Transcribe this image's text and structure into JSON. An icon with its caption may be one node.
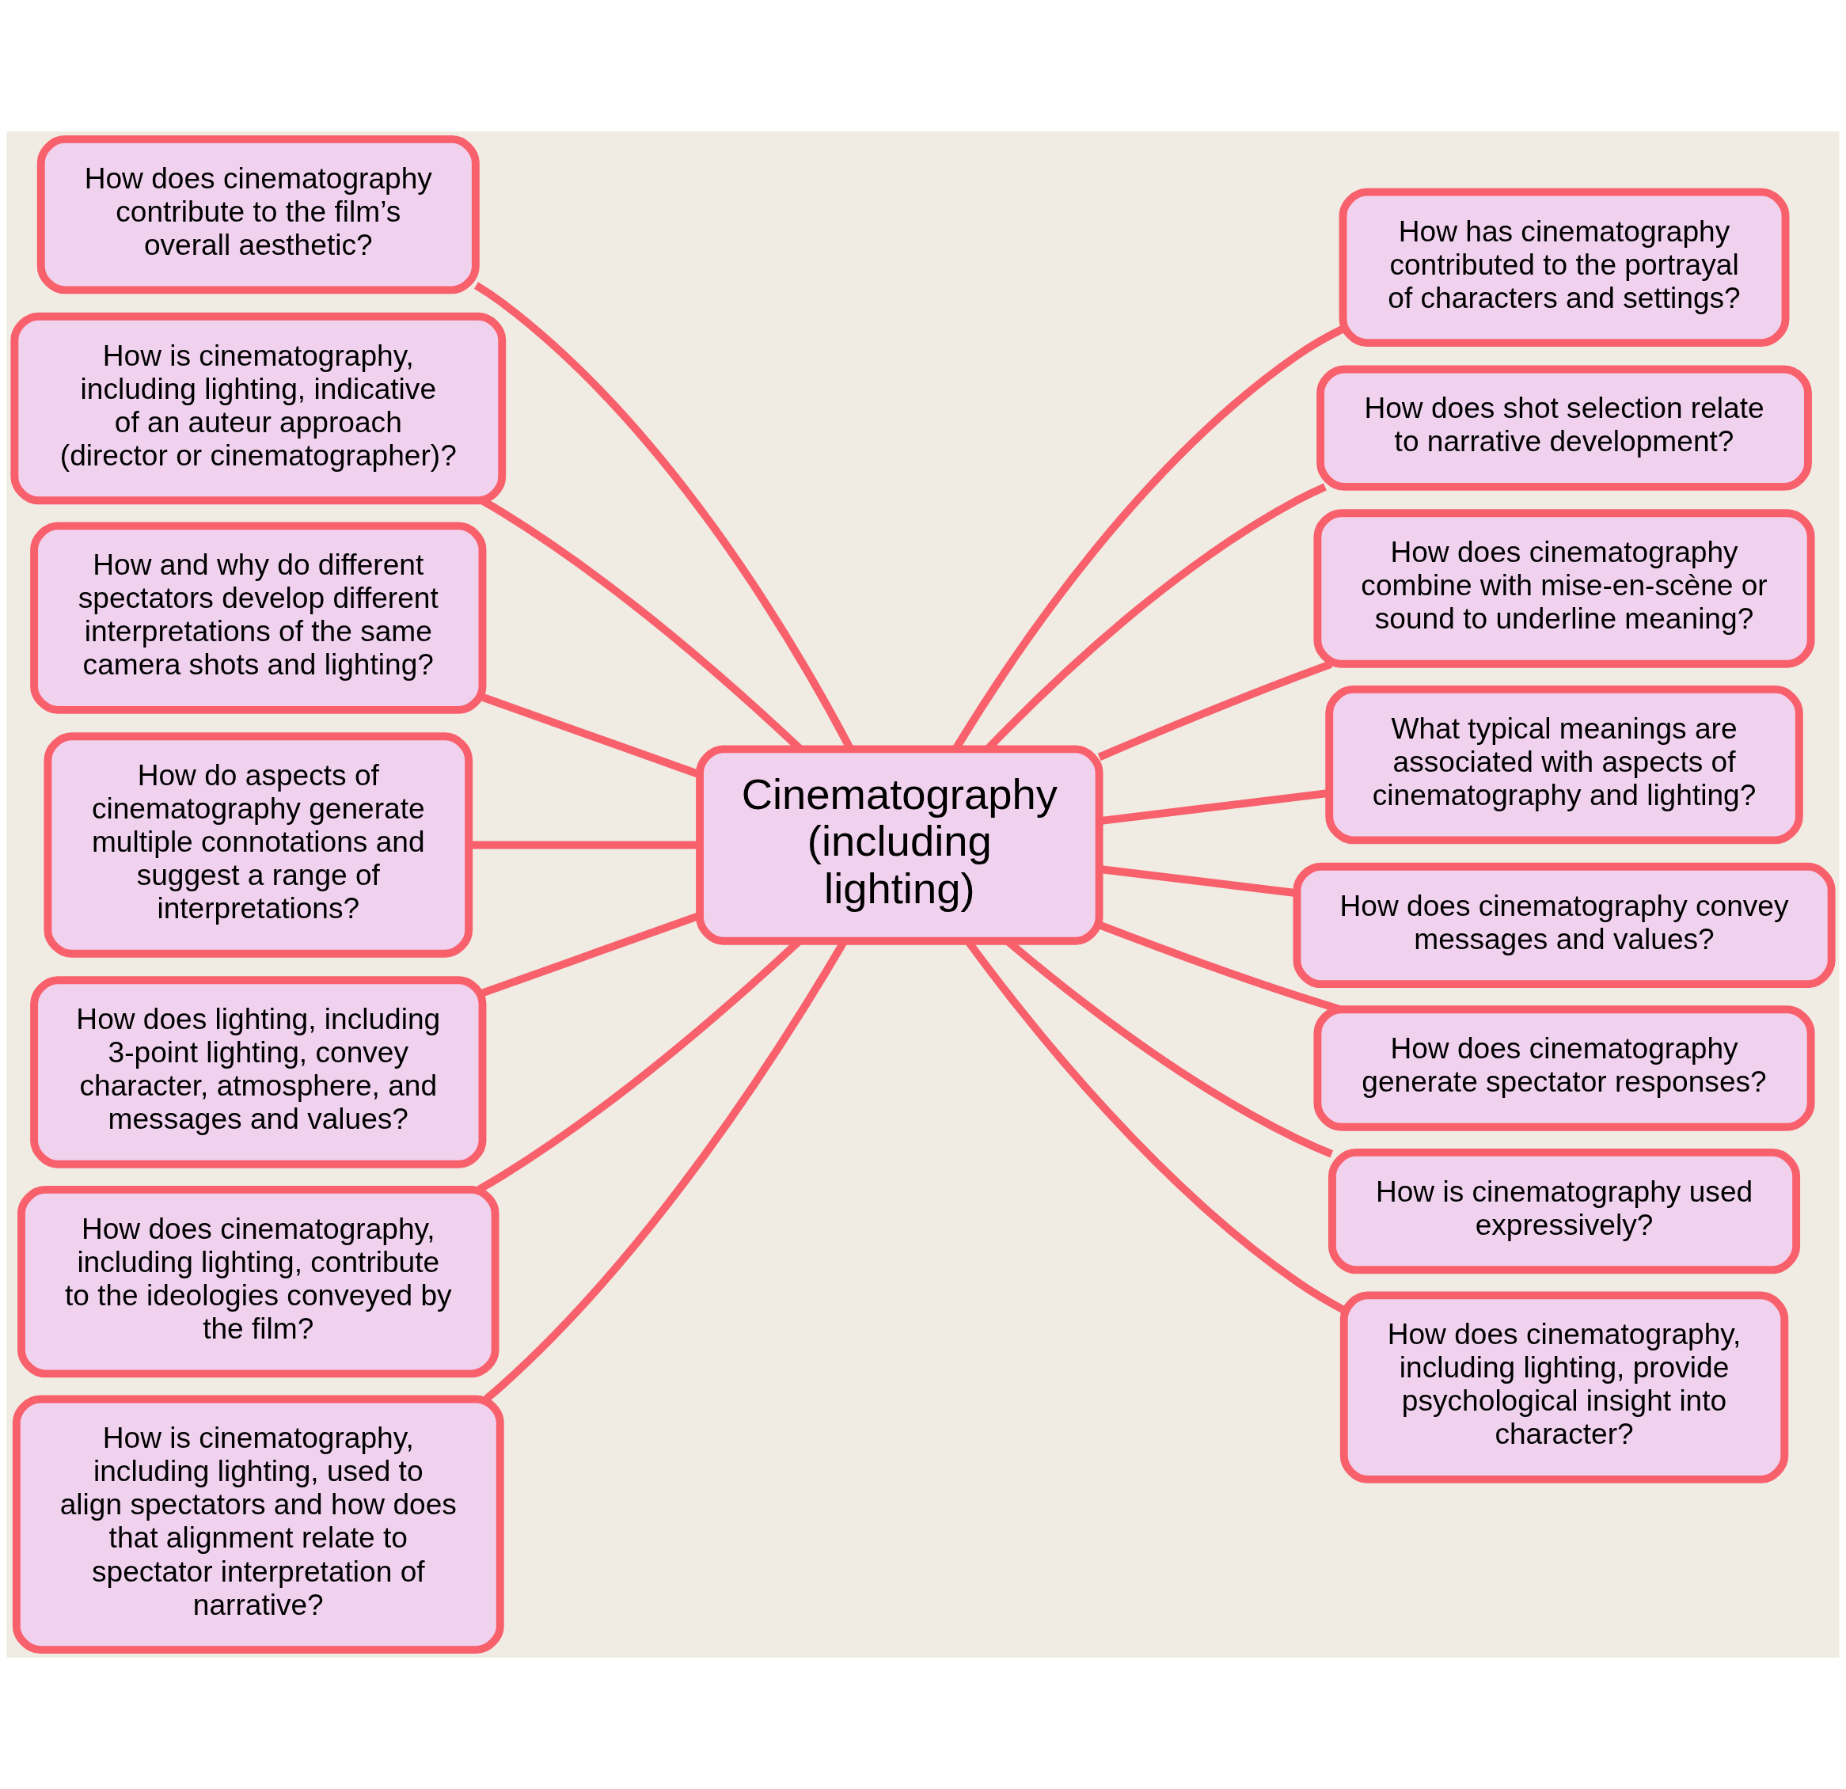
{
  "diagram": {
    "nodes": [
      {
        "text": [
          "Cinematography (including lighting)"
        ]
      },
      {
        "text": [
          "How does cinematography contribute to the film’s overall aesthetic?"
        ]
      },
      {
        "text": [
          "How is cinematography, including lighting, indicative of an auteur approach (director or cinematographer)?"
        ]
      },
      {
        "text": [
          "How and why do different spectators develop different interpretations of the same camera shots and lighting?"
        ]
      },
      {
        "text": [
          "How do aspects of cinematography generate multiple connotations and suggest a range of interpretations?"
        ]
      },
      {
        "text": [
          "How does lighting, including 3-point lighting, convey character, atmosphere, and messages and values?"
        ]
      },
      {
        "text": [
          "How does cinematography, including lighting, contribute to the ideologies conveyed by the film?"
        ]
      },
      {
        "text": [
          "How is cinematography, including lighting, used to align spectators and how does that alignment relate to spectator interpretation of narrative?"
        ]
      },
      {
        "text": [
          "How has cinematography contributed to the portrayal of characters and settings?"
        ]
      },
      {
        "text": [
          "How does shot selection relate to narrative development?"
        ]
      },
      {
        "text": [
          "How does cinematography combine with mise-en-scène or sound to underline meaning?"
        ]
      },
      {
        "text": [
          "What typical meanings are associated with aspects of cinematography and lighting?"
        ]
      },
      {
        "text": [
          "How does cinematography convey messages and values?"
        ]
      },
      {
        "text": [
          "How does cinematography generate spectator responses?"
        ]
      },
      {
        "text": [
          "How is cinematography used expressively?"
        ]
      },
      {
        "text": [
          "How does cinematography, including lighting, provide psychological insight into character?"
        ]
      }
    ],
    "edges": [
      {
        "from": 1,
        "to": 0,
        "arrow": "none"
      },
      {
        "from": 2,
        "to": 0,
        "arrow": "none"
      },
      {
        "from": 3,
        "to": 0,
        "arrow": "none"
      },
      {
        "from": 4,
        "to": 0,
        "arrow": "none"
      },
      {
        "from": 5,
        "to": 0,
        "arrow": "none"
      },
      {
        "from": 6,
        "to": 0,
        "arrow": "none"
      },
      {
        "from": 7,
        "to": 0,
        "arrow": "none"
      },
      {
        "from": 0,
        "to": 8,
        "arrow": "none"
      },
      {
        "from": 0,
        "to": 9,
        "arrow": "none"
      },
      {
        "from": 0,
        "to": 10,
        "arrow": "none"
      },
      {
        "from": 0,
        "to": 11,
        "arrow": "none"
      },
      {
        "from": 0,
        "to": 12,
        "arrow": "none"
      },
      {
        "from": 0,
        "to": 13,
        "arrow": "none"
      },
      {
        "from": 0,
        "to": 14,
        "arrow": "none"
      },
      {
        "from": 0,
        "to": 15,
        "arrow": "none"
      }
    ]
  }
}
